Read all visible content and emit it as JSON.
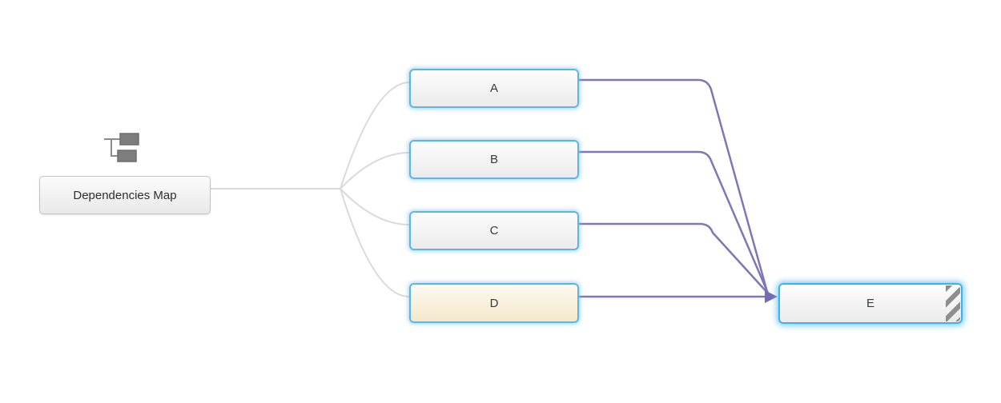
{
  "diagram": {
    "type": "dependency-map",
    "root": {
      "label": "Dependencies Map",
      "icon": "hierarchy-map-icon"
    },
    "nodes": [
      {
        "id": "A",
        "label": "A",
        "state": "normal"
      },
      {
        "id": "B",
        "label": "B",
        "state": "normal"
      },
      {
        "id": "C",
        "label": "C",
        "state": "normal"
      },
      {
        "id": "D",
        "label": "D",
        "state": "highlighted-yellow"
      },
      {
        "id": "E",
        "label": "E",
        "state": "selected-striped-marker"
      }
    ],
    "edges": {
      "tree": [
        {
          "from": "Dependencies Map",
          "to": "A"
        },
        {
          "from": "Dependencies Map",
          "to": "B"
        },
        {
          "from": "Dependencies Map",
          "to": "C"
        },
        {
          "from": "Dependencies Map",
          "to": "D"
        }
      ],
      "dependencies": [
        {
          "from": "A",
          "to": "E",
          "arrow": true
        },
        {
          "from": "B",
          "to": "E",
          "arrow": true
        },
        {
          "from": "C",
          "to": "E",
          "arrow": true
        },
        {
          "from": "D",
          "to": "E",
          "arrow": true
        }
      ]
    },
    "colors": {
      "node_border_blue": "#5cb5e4",
      "node_border_selected": "#3eb2ea",
      "node_fill_top": "#fdfdfd",
      "node_fill_bottom": "#ebebeb",
      "highlight_fill_top": "#fdfaf0",
      "highlight_fill_bottom": "#f3e8cb",
      "root_border": "#c5c5c5",
      "tree_line": "#dadada",
      "dependency_line": "#7e77b7",
      "stripe_gray": "#8e8e8e",
      "icon_gray": "#7d7d7d",
      "text": "#3a3a3a"
    }
  }
}
